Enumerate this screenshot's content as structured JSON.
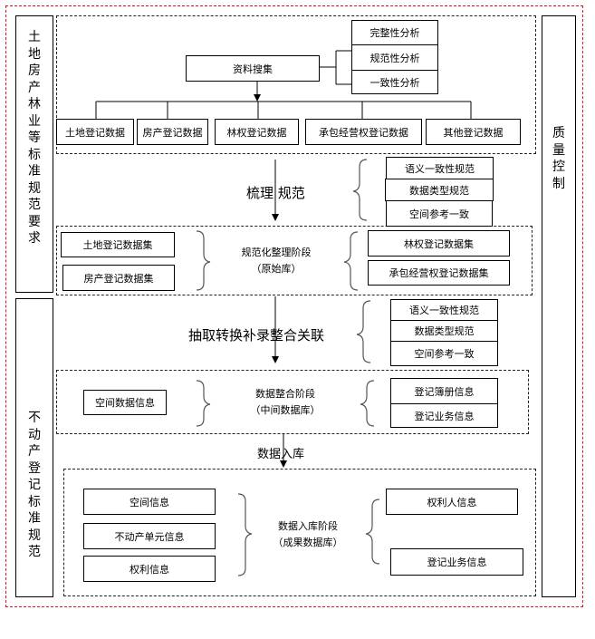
{
  "left_panel_top": {
    "title": "土地房产林业等标准规范要求"
  },
  "left_panel_bottom": {
    "title": "不动产登记标准规范"
  },
  "right_panel": {
    "title": "质量控制"
  },
  "section1": {
    "source": "资料搜集",
    "analyses": [
      "完整性分析",
      "规范性分析",
      "一致性分析"
    ],
    "data_types": [
      "土地登记数据",
      "房产登记数据",
      "林权登记数据",
      "承包经营权登记数据",
      "其他登记数据"
    ]
  },
  "transition1": {
    "label": "梳理 规范",
    "rules": [
      "语义一致性规范",
      "数据类型规范",
      "空间参考一致"
    ]
  },
  "section2": {
    "stage_name": "规范化整理阶段",
    "stage_db": "（原始库）",
    "left_items": [
      "土地登记数据集",
      "房产登记数据集"
    ],
    "right_items": [
      "林权登记数据集",
      "承包经营权登记数据集"
    ]
  },
  "transition2": {
    "label": "抽取转换补录整合关联",
    "rules": [
      "语义一致性规范",
      "数据类型规范",
      "空间参考一致"
    ]
  },
  "section3": {
    "stage_name": "数据整合阶段",
    "stage_db": "（中间数据库）",
    "left_items": [
      "空间数据信息"
    ],
    "right_items": [
      "登记簿册信息",
      "登记业务信息"
    ]
  },
  "transition3": {
    "label": "数据入库"
  },
  "section4": {
    "stage_name": "数据入库阶段",
    "stage_db": "（成果数据库）",
    "left_items": [
      "空间信息",
      "不动产单元信息",
      "权利信息"
    ],
    "right_items": [
      "权利人信息",
      "登记业务信息"
    ]
  },
  "colors": {
    "outer_border": "#e8141b",
    "line": "#000000"
  }
}
